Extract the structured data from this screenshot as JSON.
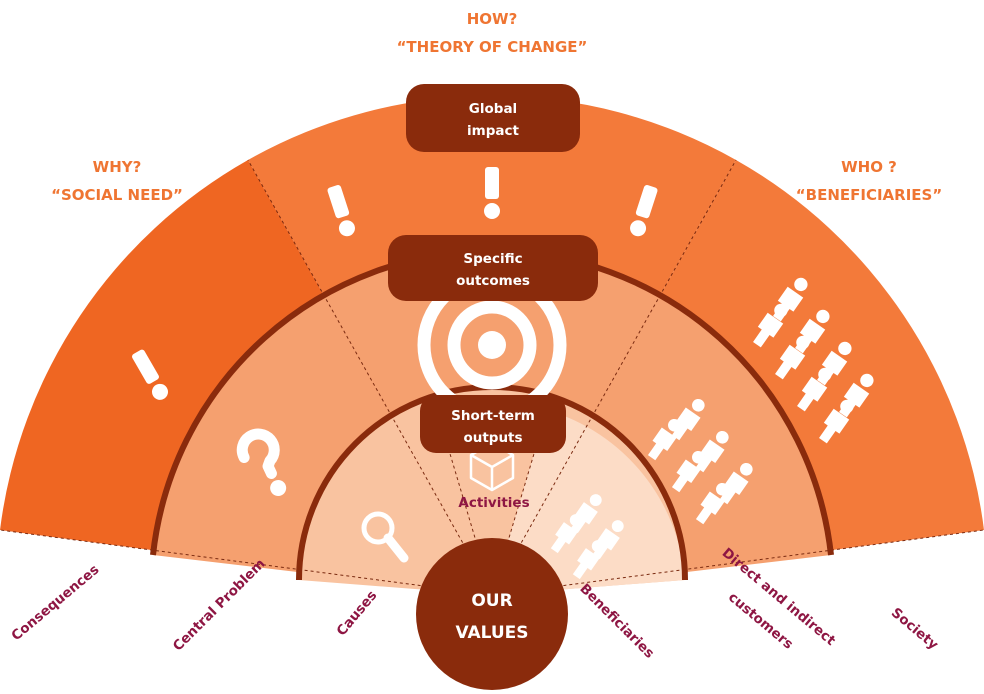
{
  "headings": {
    "how_1": "HOW?",
    "how_2": "“THEORY OF CHANGE”",
    "why_1": "WHY?",
    "why_2": "“SOCIAL NEED”",
    "who_1": "WHO ?",
    "who_2": "“BENEFICIARIES”"
  },
  "boxes": {
    "global_1": "Global",
    "global_2": "impact",
    "specific_1": "Specific",
    "specific_2": "outcomes",
    "short_1": "Short-term",
    "short_2": "outputs"
  },
  "center": {
    "line1": "OUR",
    "line2": "VALUES"
  },
  "activities": "Activities",
  "bottom_labels": {
    "consequences": "Consequences",
    "central_problem": "Central Problem",
    "causes": "Causes",
    "beneficiaries": "Beneficiaries",
    "direct_1": "Direct and indirect",
    "direct_2": "customers",
    "society": "Society"
  },
  "colors": {
    "outer_left": "#ef6622",
    "outer_mid": "#f37a3a",
    "mid_ring": "#f5a06f",
    "inner_ring": "#f9c3a0",
    "innermost": "#fcdcc6",
    "dark_brown": "#8a2b0c",
    "label_text": "#8e1643",
    "heading_text": "#ef7532"
  },
  "icons": {
    "outer_left": "exclamation-icon",
    "outer_top": "exclamation-icon",
    "mid_left": "question-mark-icon",
    "mid_top": "target-icon",
    "inner_left": "magnifier-icon",
    "inner_top": "cube-icon",
    "people": "people-icon"
  }
}
